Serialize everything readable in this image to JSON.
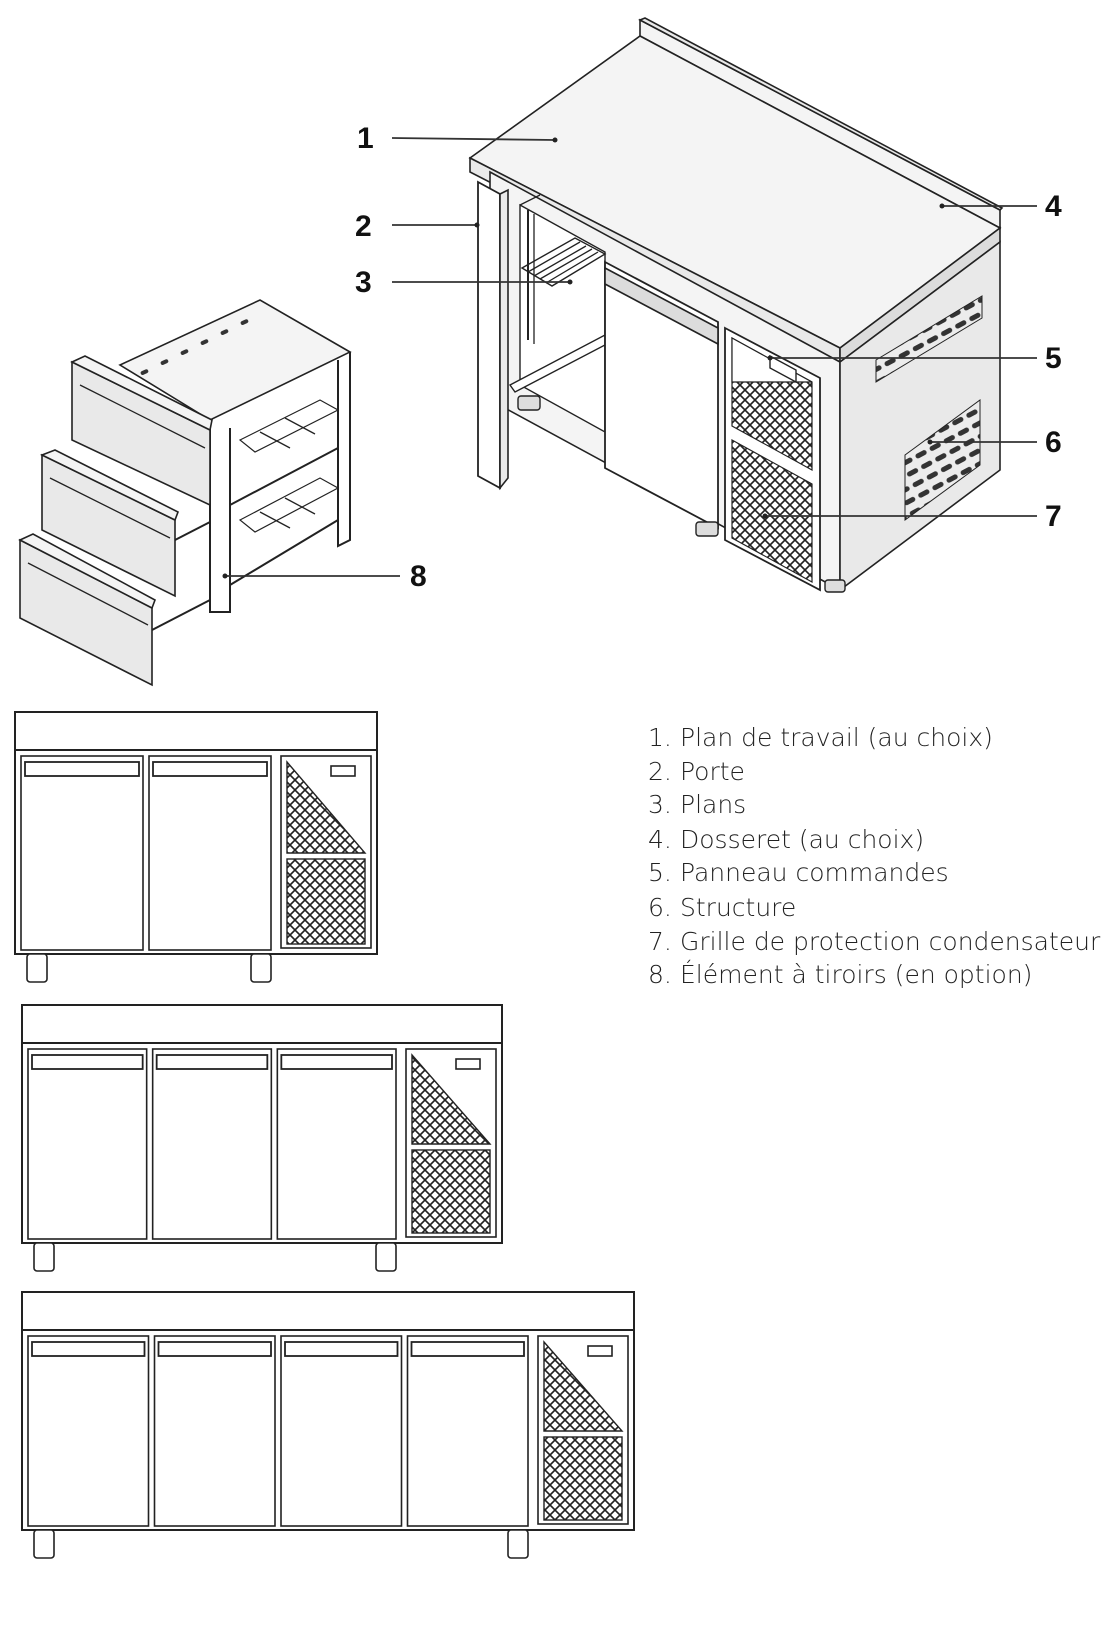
{
  "callouts": [
    "1",
    "2",
    "3",
    "4",
    "5",
    "6",
    "7",
    "8"
  ],
  "legend": {
    "items": [
      {
        "num": "1.",
        "text": "Plan de travail (au choix)"
      },
      {
        "num": "2.",
        "text": "Porte"
      },
      {
        "num": "3.",
        "text": "Plans"
      },
      {
        "num": "4.",
        "text": "Dosseret (au choix)"
      },
      {
        "num": "5.",
        "text": "Panneau commandes"
      },
      {
        "num": "6.",
        "text": "Structure"
      },
      {
        "num": "7.",
        "text": "Grille de protection condensateur"
      },
      {
        "num": "8.",
        "text": "Élément à tiroirs (en option)"
      }
    ]
  },
  "front_views": [
    {
      "doors": 2
    },
    {
      "doors": 3
    },
    {
      "doors": 4
    }
  ]
}
